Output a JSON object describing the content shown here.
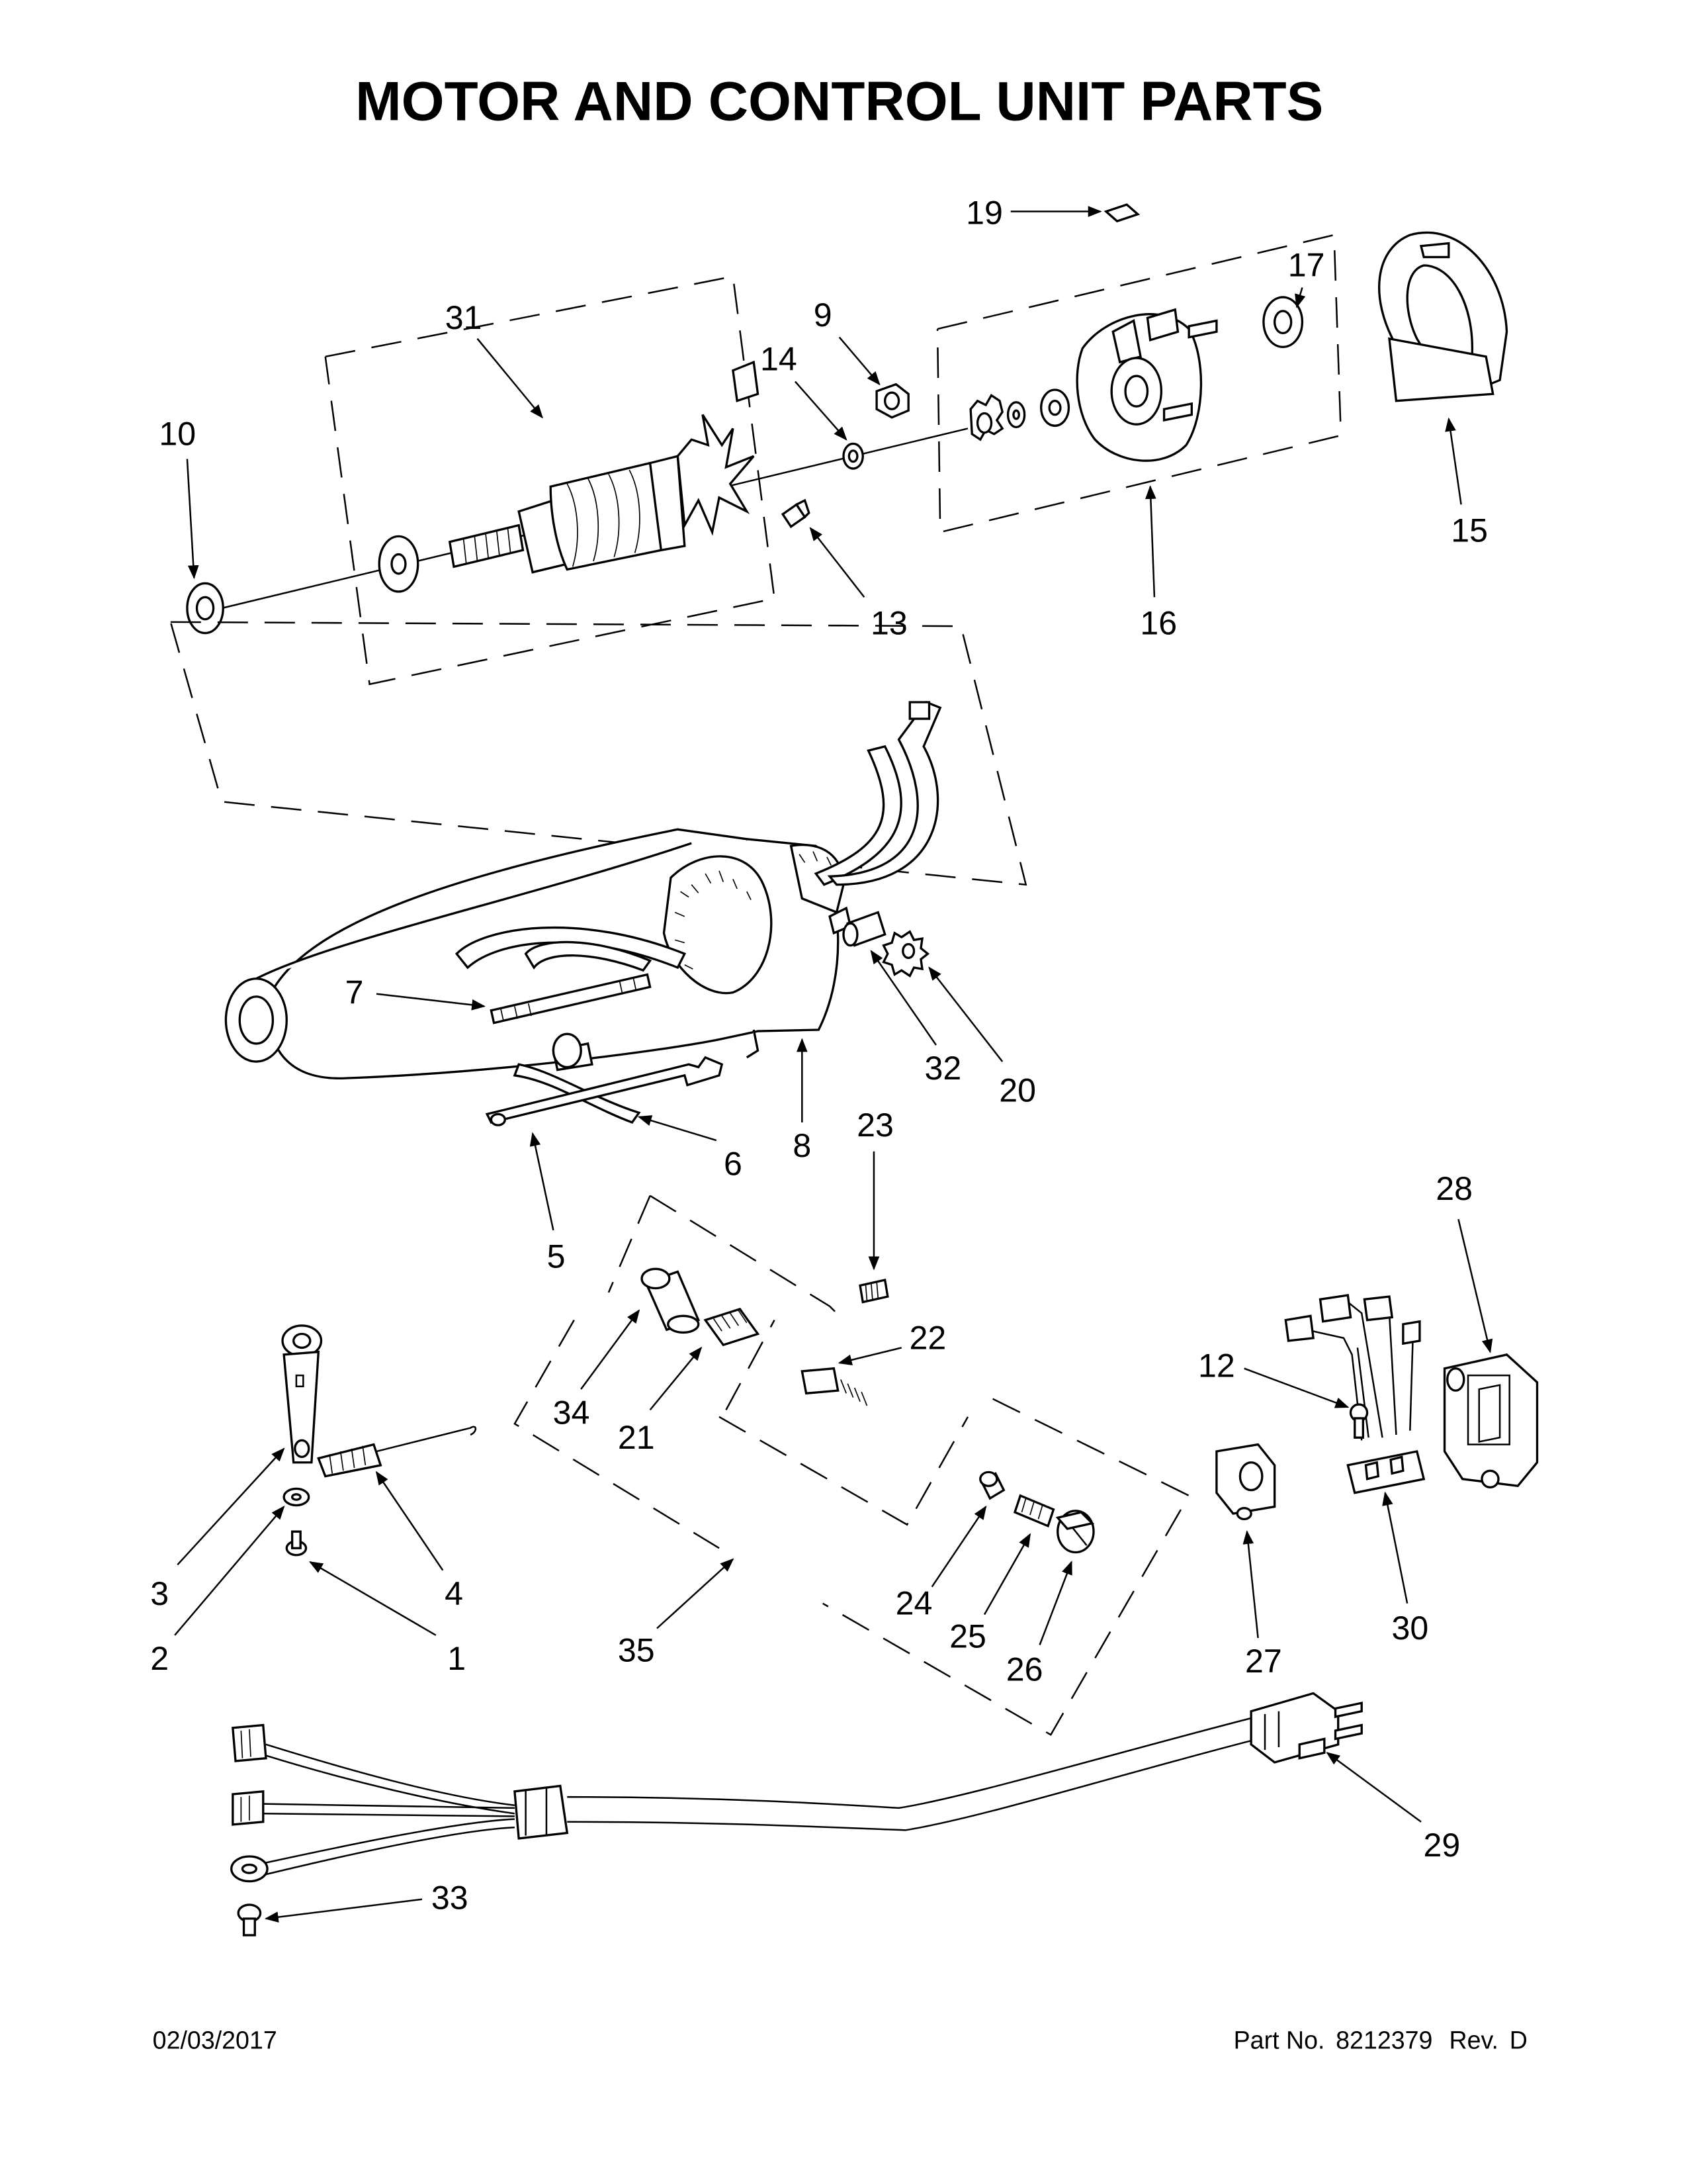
{
  "title": "MOTOR AND CONTROL UNIT PARTS",
  "callouts": {
    "p1": "1",
    "p2": "2",
    "p3": "3",
    "p4": "4",
    "p5": "5",
    "p6": "6",
    "p7": "7",
    "p8": "8",
    "p9": "9",
    "p10": "10",
    "p12": "12",
    "p13": "13",
    "p14": "14",
    "p15": "15",
    "p16": "16",
    "p17": "17",
    "p19": "19",
    "p20": "20",
    "p21": "21",
    "p22": "22",
    "p23": "23",
    "p24": "24",
    "p25": "25",
    "p26": "26",
    "p27": "27",
    "p28": "28",
    "p29": "29",
    "p30": "30",
    "p31": "31",
    "p32": "32",
    "p33": "33",
    "p34": "34",
    "p35": "35"
  },
  "footer": {
    "date": "02/03/2017",
    "part_no_label": "Part No.",
    "part_no": "8212379",
    "rev_label": "Rev.",
    "rev": "D"
  }
}
